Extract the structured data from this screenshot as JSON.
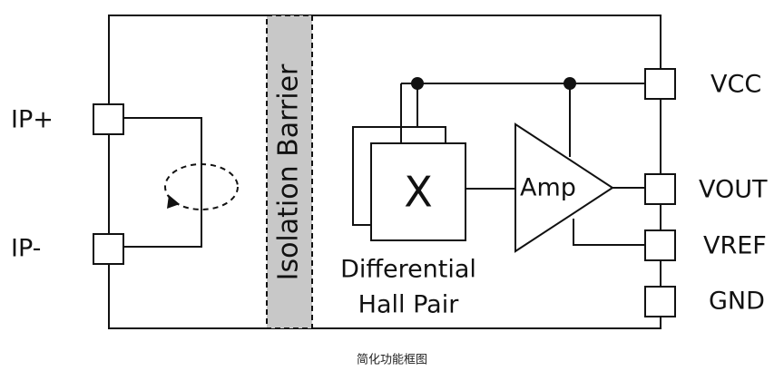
{
  "pins": {
    "ip_plus": "IP+",
    "ip_minus": "IP-",
    "vcc": "VCC",
    "vout": "VOUT",
    "vref": "VREF",
    "gnd": "GND"
  },
  "barrier": {
    "label": "Isolation Barrier",
    "fill_color": "#c8c8c8"
  },
  "hall": {
    "symbol": "X",
    "label_line1": "Differential",
    "label_line2": "Hall Pair"
  },
  "amp": {
    "label": "Amp"
  },
  "caption": "简化功能框图",
  "colors": {
    "line": "#111111",
    "background": "#ffffff"
  }
}
